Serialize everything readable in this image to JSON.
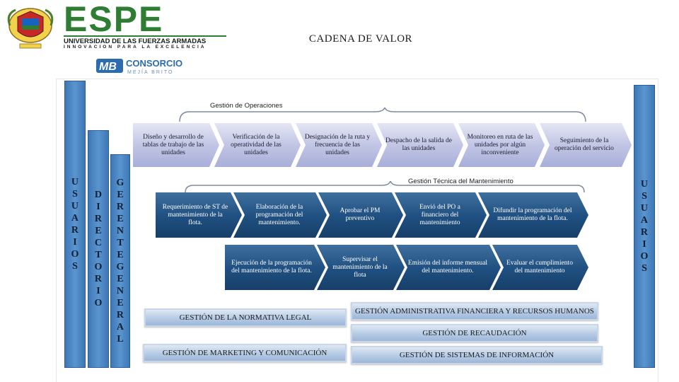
{
  "header": {
    "brand": "ESPE",
    "university": "UNIVERSIDAD DE LAS FUERZAS ARMADAS",
    "motto": "INNOVACION PARA LA EXCELENCIA",
    "title": "CADENA DE VALOR",
    "partner_logo_text": "CONSORCIO",
    "partner_logo_sub": "MEJÍA BRITO",
    "colors": {
      "espe_green": "#2e7d32",
      "partner_blue": "#2b6cb0"
    }
  },
  "side_bars": {
    "usuarios_left": [
      "U",
      "S",
      "U",
      "A",
      "R",
      "I",
      "O",
      "S"
    ],
    "directorio": [
      "D",
      "I",
      "R",
      "E",
      "C",
      "T",
      "O",
      "R",
      "I",
      "O"
    ],
    "gerente_general": [
      "G",
      "E",
      "R",
      "E",
      "N",
      "T",
      "E",
      "G",
      "E",
      "N",
      "E",
      "R",
      "A",
      "L"
    ],
    "usuarios_right": [
      "U",
      "S",
      "U",
      "A",
      "R",
      "I",
      "O",
      "S"
    ]
  },
  "operations": {
    "label": "Gestión de Operaciones",
    "steps": [
      "Diseño y desarrollo de tablas de trabajo de las unidades",
      "Verificación de la operatividad de las unidades",
      "Designación de la ruta y frecuencia de las unidades",
      "Despacho de la salida de las unidades",
      "Monitoreo en ruta de las unidades por algún inconveniente",
      "Seguimiento de la operación del servicio"
    ]
  },
  "maintenance": {
    "label": "Gestión Técnica del Mantenimiento",
    "row1": [
      "Requerimiento de ST de mantenimiento de la flota.",
      "Elaboración de la programación del mantenimiento.",
      "Aprobar el PM preventivo",
      "Envió del PO a financiero del mantenimiento",
      "Difundir la programación del mantenimiento de la flota."
    ],
    "row2": [
      "Ejecución de la programación del mantenimiento de la flota.",
      "Supervisar el mantenimiento de la flota",
      "Emisión del informe mensual del mantenimiento.",
      "Evaluar el cumplimiento del mantenimiento"
    ]
  },
  "support": {
    "normativa": "GESTIÓN DE LA NORMATIVA LEGAL",
    "administrativa": "GESTIÓN ADMINISTRATIVA FINANCIERA Y RECURSOS HUMANOS",
    "recaudacion": "GESTIÓN DE RECAUDACIÓN",
    "marketing": "GESTIÓN DE MARKETING Y COMUNICACIÓN",
    "sistemas": "GESTIÓN DE SISTEMAS DE INFORMACIÓN"
  }
}
